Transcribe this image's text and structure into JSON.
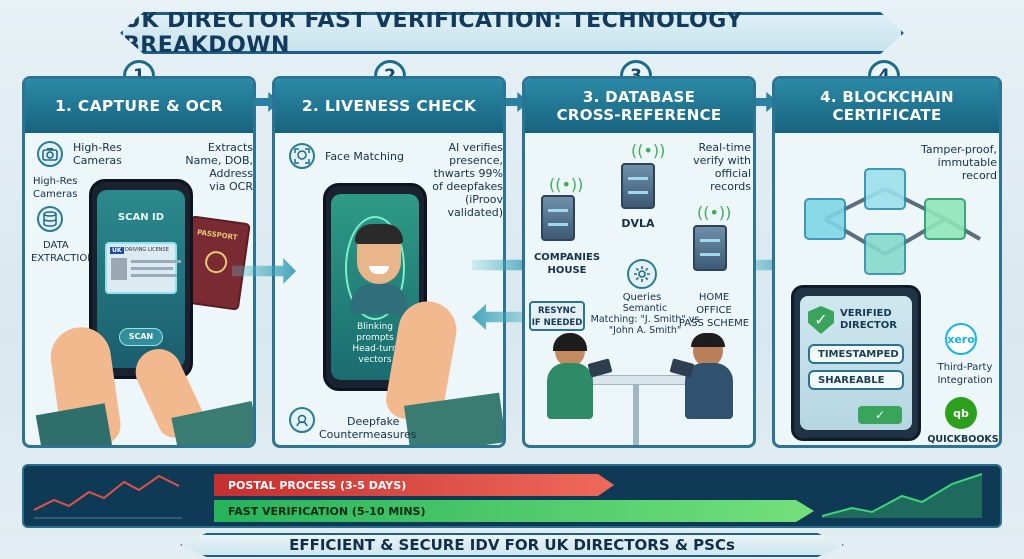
{
  "title": "UK DIRECTOR FAST VERIFICATION: TECHNOLOGY BREAKDOWN",
  "steps": [
    {
      "num": "1",
      "title": "1. CAPTURE & OCR"
    },
    {
      "num": "2",
      "title": "2. LIVENESS CHECK"
    },
    {
      "num": "3",
      "title_line1": "3. DATABASE",
      "title_line2": "CROSS-REFERENCE"
    },
    {
      "num": "4",
      "title_line1": "4. BLOCKCHAIN",
      "title_line2": "CERTIFICATE"
    }
  ],
  "panel1": {
    "high_res_top_l1": "High-Res",
    "high_res_top_l2": "Cameras",
    "high_res_side_l1": "High-Res",
    "high_res_side_l2": "Cameras",
    "data_extraction_l1": "DATA",
    "data_extraction_l2": "EXTRACTION",
    "extracts_l1": "Extracts",
    "extracts_l2": "Name, DOB,",
    "extracts_l3": "Address",
    "extracts_l4": "via OCR",
    "scan_id": "SCAN ID",
    "uk": "UK",
    "license": "DRIVING LICENSE",
    "scan_button": "SCAN",
    "passport": "PASSPORT"
  },
  "panel2": {
    "face_matching": "Face Matching",
    "ai_l1": "AI verifies",
    "ai_l2": "presence,",
    "ai_l3": "thwarts 99%",
    "ai_l4": "of deepfakes",
    "ai_l5": "(iProov",
    "ai_l6": "validated)",
    "blink_l1": "Blinking",
    "blink_l2": "prompts",
    "blink_l3": "Head-turn",
    "blink_l4": "vectors",
    "deepfake_l1": "Deepfake",
    "deepfake_l2": "Countermeasures"
  },
  "panel3": {
    "realtime_l1": "Real-time",
    "realtime_l2": "verify with",
    "realtime_l3": "official",
    "realtime_l4": "records",
    "dvla": "DVLA",
    "companies_l1": "COMPANIES",
    "companies_l2": "HOUSE",
    "queries": "Queries",
    "home_l1": "HOME",
    "home_l2": "OFFICE",
    "home_l3": "PASS SCHEME",
    "semantic_l1": "Semantic",
    "semantic_l2": "Matching: \"J. Smith\" vs",
    "semantic_l3": "\"John A. Smith\"",
    "resync_l1": "RESYNC",
    "resync_l2": "IF NEEDED"
  },
  "panel4": {
    "tamper_l1": "Tamper-proof,",
    "tamper_l2": "immutable",
    "tamper_l3": "record",
    "verified_l1": "VERIFIED",
    "verified_l2": "DIRECTOR",
    "timestamped": "TIMESTAMPED",
    "shareable": "SHAREABLE",
    "xero": "xero",
    "third_party_l1": "Third-Party",
    "third_party_l2": "Integration",
    "qb": "qb",
    "quickbooks": "QUICKBOOKS"
  },
  "timeline": {
    "postal": "POSTAL PROCESS (3-5 DAYS)",
    "fast": "FAST VERIFICATION (5-10 MINS)"
  },
  "footer": "EFFICIENT & SECURE IDV FOR UK DIRECTORS & PSCs",
  "colors": {
    "header_teal": "#17637f",
    "panel_border": "#2d7393",
    "postal_red": "#c42f2f",
    "fast_green": "#26b35a",
    "verified_green": "#3aa35c"
  }
}
